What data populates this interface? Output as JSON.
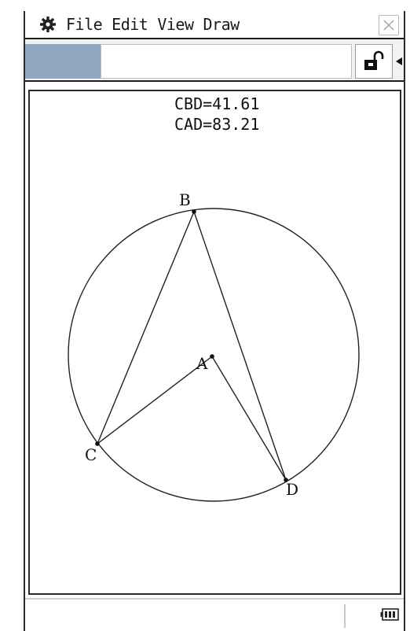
{
  "menubar": {
    "settings_icon": "gear-icon",
    "items": [
      "File",
      "Edit",
      "View",
      "Draw"
    ],
    "close_icon": "close-icon"
  },
  "toolbar": {
    "entry_value": "",
    "lock_icon": "unlock-icon",
    "scroll_icon": "triangle-left-icon"
  },
  "canvas": {
    "measurements": [
      "CBD=41.61",
      "CAD=83.21"
    ],
    "points": {
      "A": "A",
      "B": "B",
      "C": "C",
      "D": "D"
    }
  },
  "statusbar": {
    "battery_icon": "battery-icon"
  }
}
